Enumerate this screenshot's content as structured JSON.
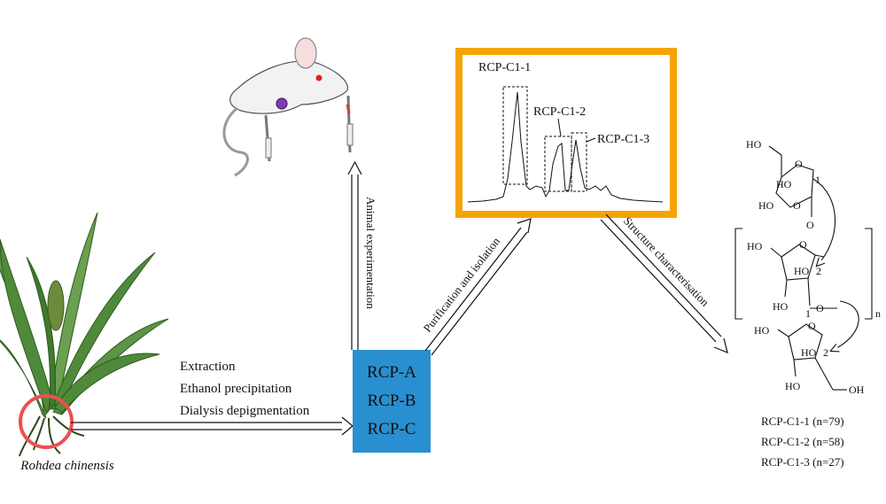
{
  "plant": {
    "name": "Rohdea chinensis"
  },
  "steps": {
    "extraction": [
      "Extraction",
      "Ethanol precipitation",
      "Dialysis depigmentation"
    ],
    "animal": "Animal experimentation",
    "purification": "Purification and isolation",
    "structure": "Structure characterisation"
  },
  "fractions": [
    "RCP-A",
    "RCP-B",
    "RCP-C"
  ],
  "chromatogram": {
    "peaks": [
      "RCP-C1-1",
      "RCP-C1-2",
      "RCP-C1-3"
    ]
  },
  "structure_labels": [
    "RCP-C1-1 (n=79)",
    "RCP-C1-2 (n=58)",
    "RCP-C1-3 (n=27)"
  ],
  "chem_labels": {
    "ho": "HO",
    "oh": "OH",
    "o": "O",
    "one": "1",
    "two": "2",
    "n": "n"
  },
  "colors": {
    "frame": "#f5a300",
    "fraction_box": "#2a8fd0",
    "plant": "#4f8a3a",
    "circle": "#ef4f4f"
  }
}
